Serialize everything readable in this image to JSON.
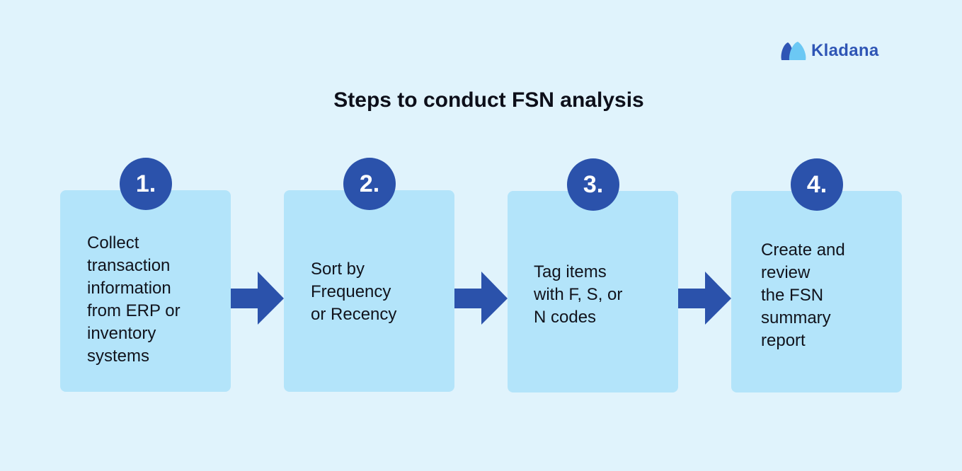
{
  "brand": {
    "name": "Kladana",
    "icon": "kladana-logo-icon",
    "color": "#2f55b5",
    "accent": "#6cc8f4"
  },
  "title": "Steps to conduct FSN analysis",
  "colors": {
    "background": "#e0f3fc",
    "card": "#b3e4fa",
    "badge": "#2b52ab",
    "arrow": "#2b52ab"
  },
  "steps": [
    {
      "number": "1.",
      "text": "Collect\ntransaction\ninformation\nfrom ERP or\ninventory\nsystems"
    },
    {
      "number": "2.",
      "text": "Sort by\nFrequency\nor Recency"
    },
    {
      "number": "3.",
      "text": "Tag items\nwith F, S, or\nN codes"
    },
    {
      "number": "4.",
      "text": "Create and\nreview\nthe FSN\nsummary\nreport"
    }
  ],
  "connectors": [
    {
      "icon": "arrow-right-icon"
    },
    {
      "icon": "arrow-right-icon"
    },
    {
      "icon": "arrow-right-icon"
    }
  ]
}
